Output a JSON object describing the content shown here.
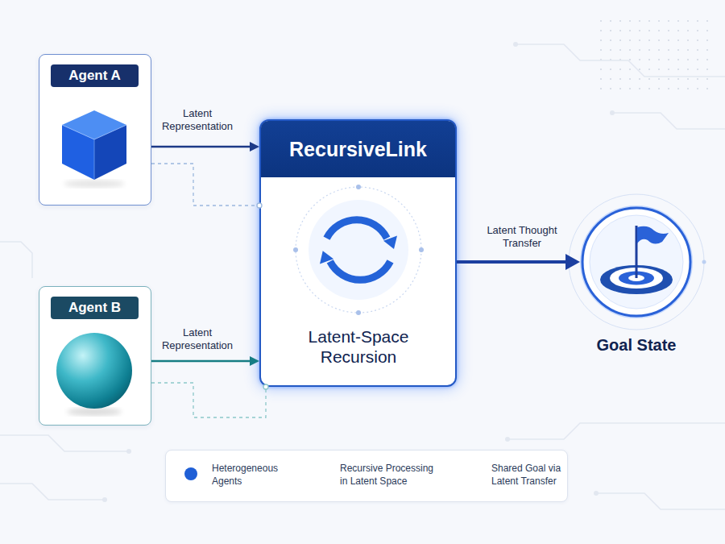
{
  "diagram": {
    "nodes": [
      {
        "text": [
          "Agent A"
        ]
      },
      {
        "text": [
          "Agent B"
        ]
      },
      {
        "text": [
          "RecursiveLink",
          "Latent-Space Recursion"
        ]
      },
      {
        "text": [
          "Goal State"
        ]
      }
    ],
    "edges": [
      {
        "from": 0,
        "to": 2,
        "label": "Latent Representation",
        "arrow": "to"
      },
      {
        "from": 0,
        "to": 2,
        "arrow": "none"
      },
      {
        "from": 1,
        "to": 2,
        "label": "Latent Representation",
        "arrow": "to"
      },
      {
        "from": 1,
        "to": 2,
        "arrow": "none"
      },
      {
        "from": 2,
        "to": 3,
        "label": "Latent Thought Transfer",
        "arrow": "to"
      }
    ],
    "legend": [
      {
        "text": "Heterogeneous Agents",
        "color": "#1f5fd6"
      },
      {
        "text": "Recursive Processing in Latent Space"
      },
      {
        "text": "Shared Goal via Latent Transfer"
      }
    ]
  }
}
